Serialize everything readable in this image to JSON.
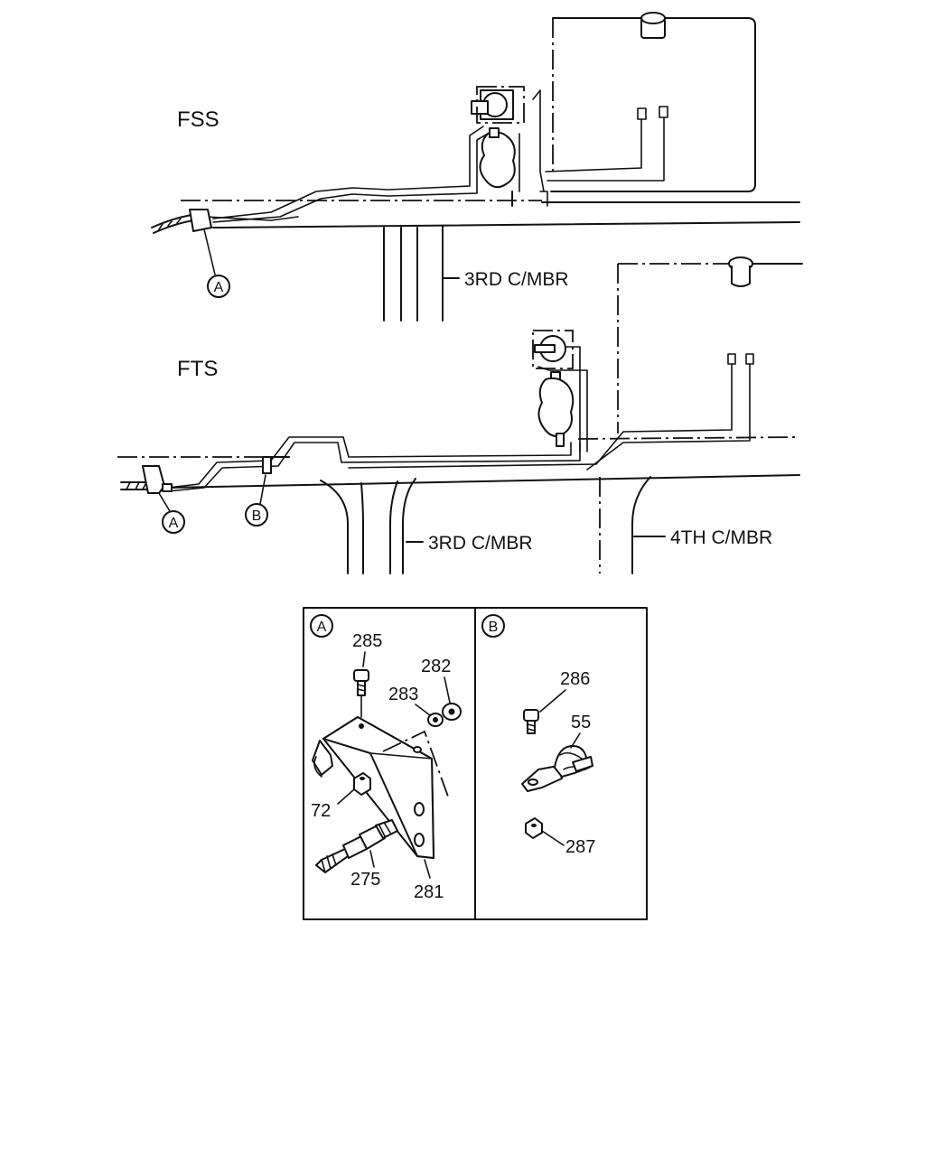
{
  "top_view": {
    "title": "FSS",
    "member_label": "3RD C/MBR",
    "callout_a": "A"
  },
  "bottom_view": {
    "title": "FTS",
    "member_label_3rd": "3RD C/MBR",
    "member_label_4th": "4TH C/MBR",
    "callout_a": "A",
    "callout_b": "B"
  },
  "detail_a": {
    "label": "A",
    "parts": [
      "285",
      "282",
      "283",
      "72",
      "275",
      "281"
    ]
  },
  "detail_b": {
    "label": "B",
    "parts": [
      "286",
      "55",
      "287"
    ]
  }
}
